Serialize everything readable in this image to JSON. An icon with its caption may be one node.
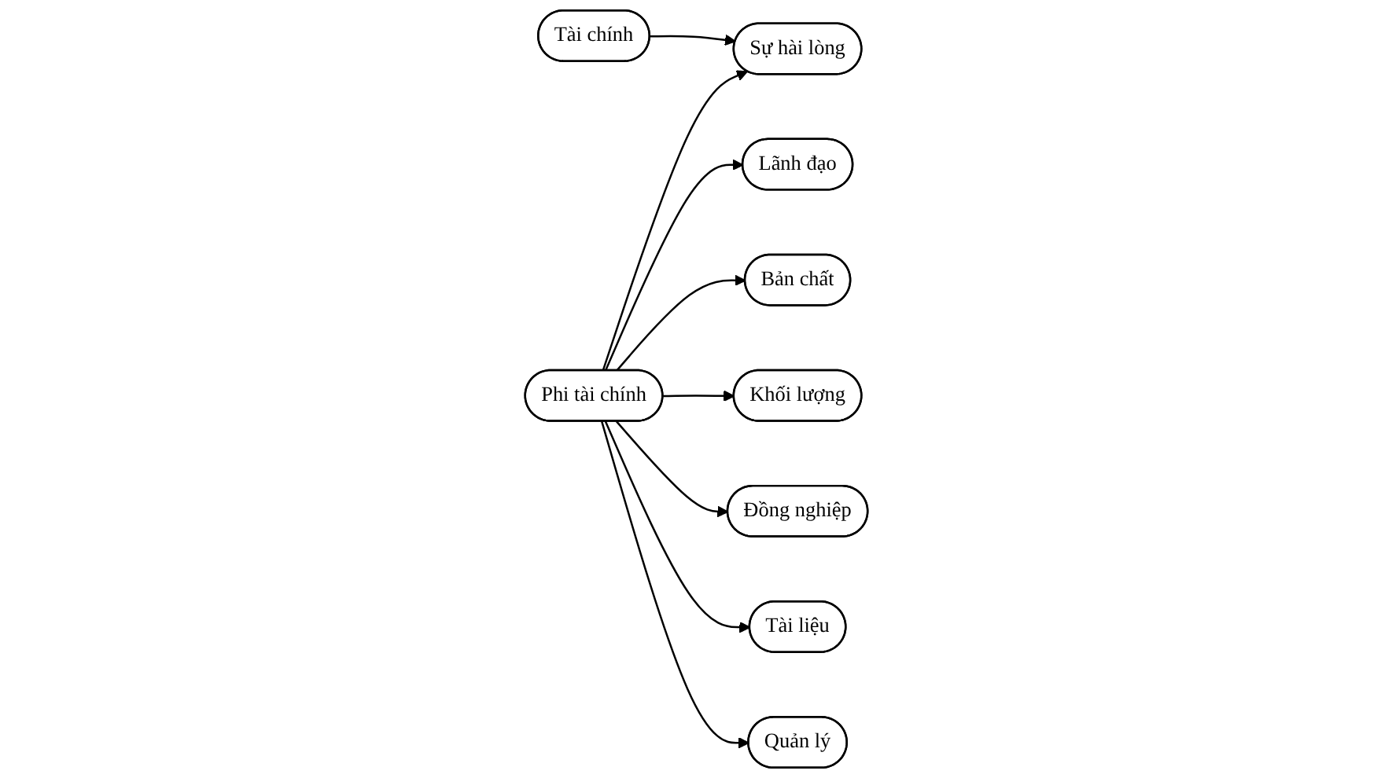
{
  "diagram": {
    "nodes": [
      {
        "text": [
          "Lãnh đạo"
        ]
      },
      {
        "text": [
          "Bản chất"
        ]
      },
      {
        "text": [
          "Khối lượng"
        ]
      },
      {
        "text": [
          "Đồng nghiệp"
        ]
      },
      {
        "text": [
          "Tài liệu"
        ]
      },
      {
        "text": [
          "Quản lý"
        ]
      },
      {
        "text": [
          "Tài chính"
        ]
      },
      {
        "text": [
          "Phi tài chính"
        ]
      },
      {
        "text": [
          "Sự hài lòng"
        ]
      }
    ],
    "edges": [
      {
        "from": 7,
        "to": 0,
        "arrow": "to"
      },
      {
        "from": 7,
        "to": 1,
        "arrow": "to"
      },
      {
        "from": 7,
        "to": 2,
        "arrow": "to"
      },
      {
        "from": 7,
        "to": 3,
        "arrow": "to"
      },
      {
        "from": 7,
        "to": 4,
        "arrow": "to"
      },
      {
        "from": 7,
        "to": 5,
        "arrow": "to"
      },
      {
        "from": 6,
        "to": 8,
        "arrow": "to"
      },
      {
        "from": 7,
        "to": 8,
        "arrow": "to"
      }
    ]
  }
}
